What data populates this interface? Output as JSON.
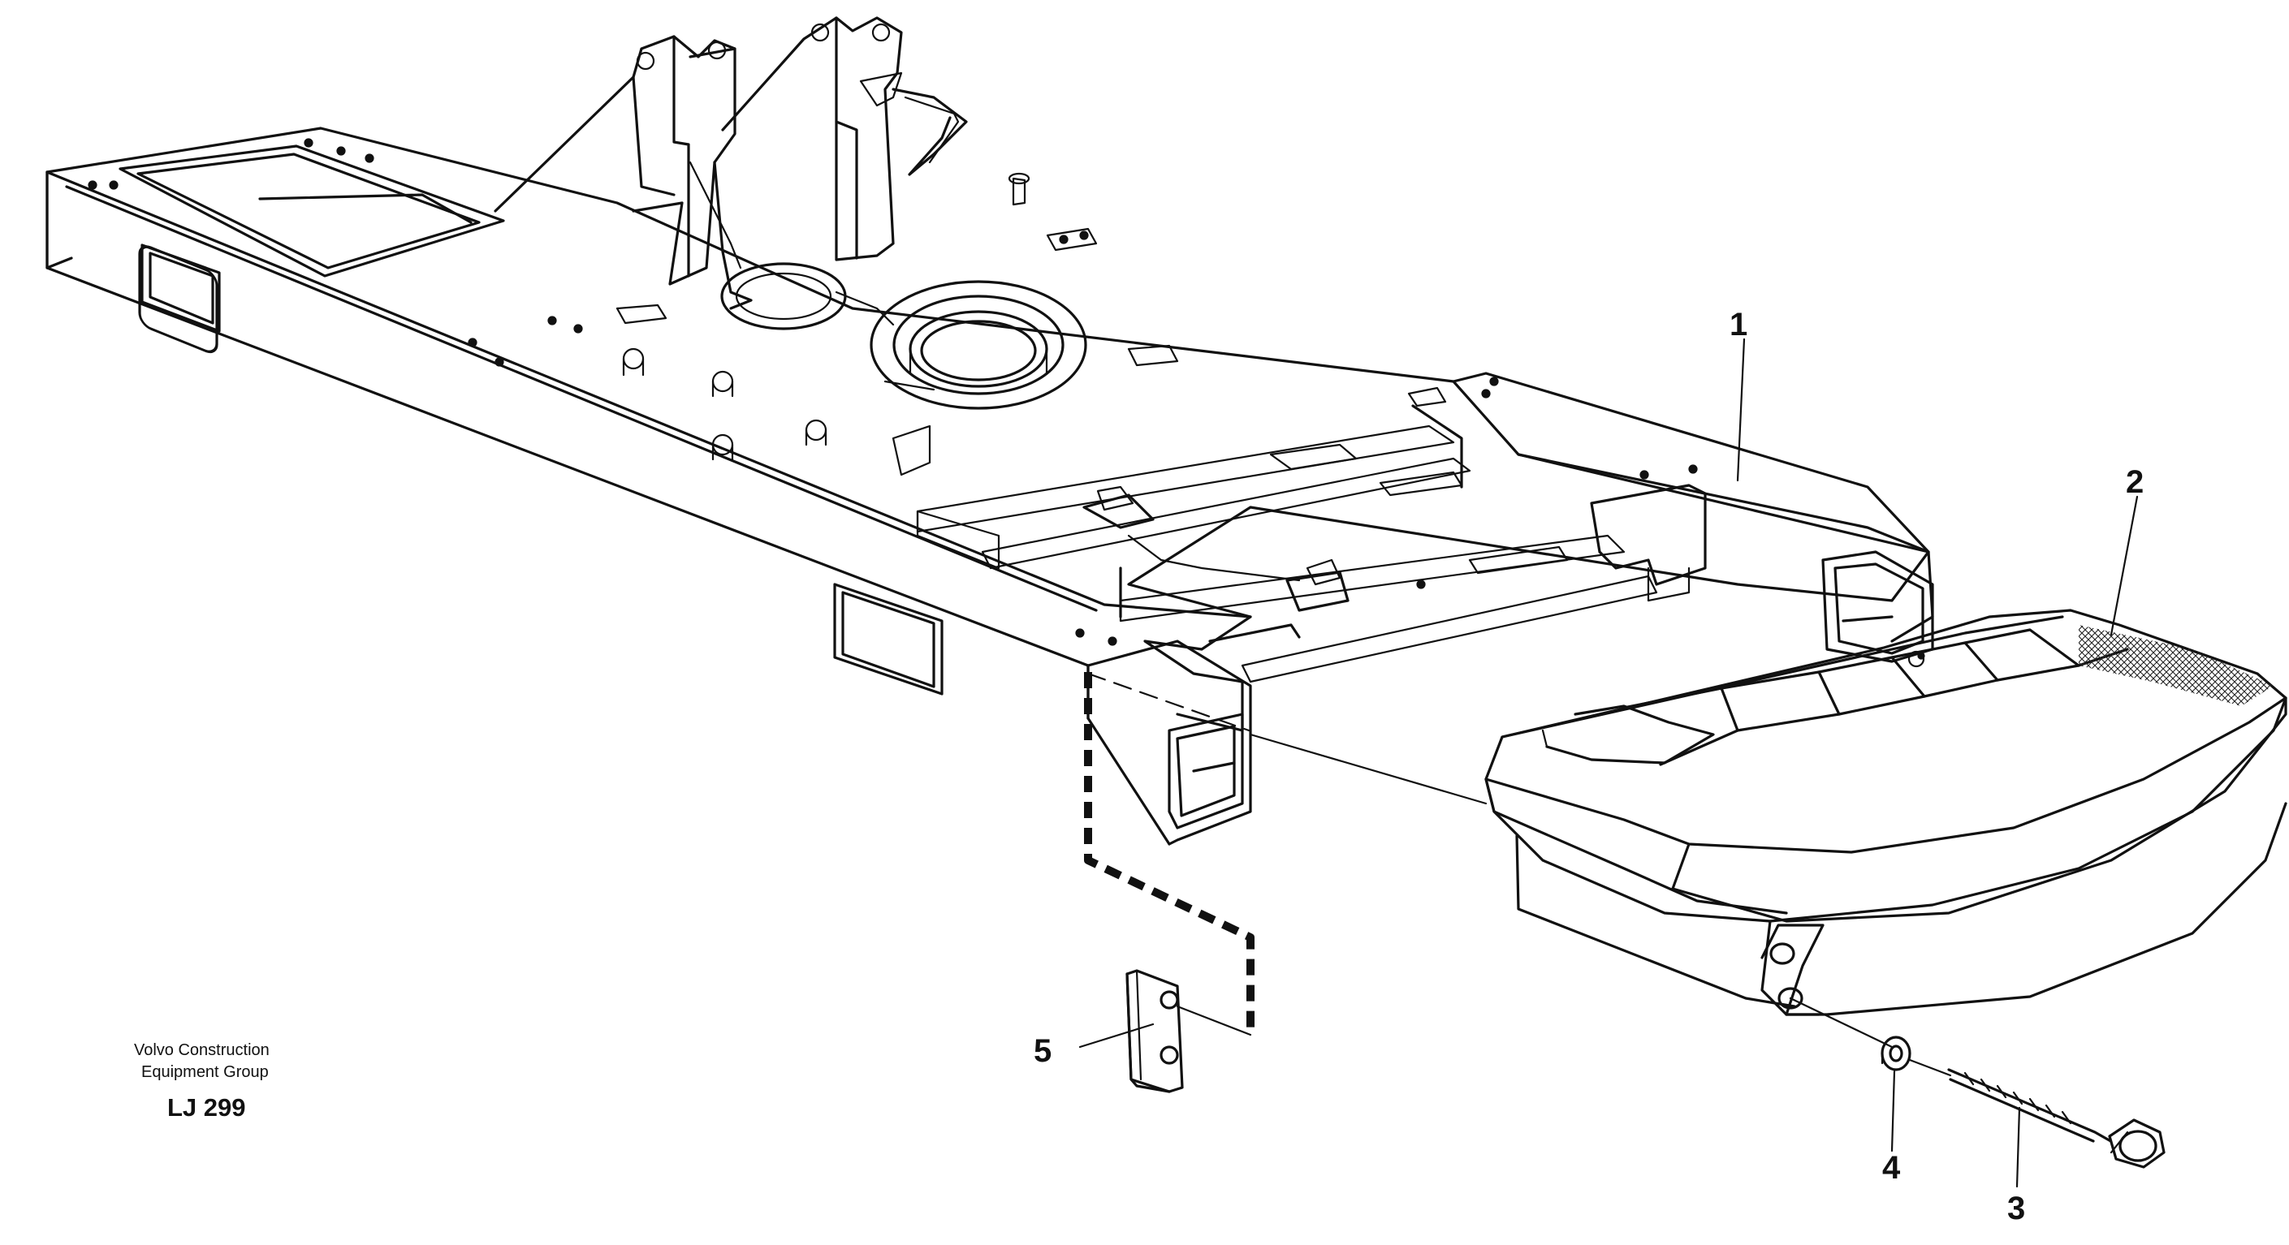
{
  "callouts": [
    {
      "id": "1",
      "label": "1"
    },
    {
      "id": "2",
      "label": "2"
    },
    {
      "id": "3",
      "label": "3"
    },
    {
      "id": "4",
      "label": "4"
    },
    {
      "id": "5",
      "label": "5"
    }
  ],
  "credit": {
    "line1": "Volvo Construction",
    "line2": "Equipment Group",
    "code": "LJ 299"
  }
}
